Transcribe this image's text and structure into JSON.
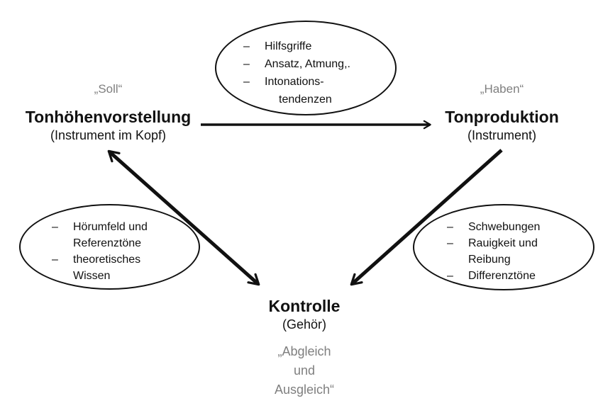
{
  "colors": {
    "text": "#111111",
    "muted_gray": "#7f7f7f",
    "background": "#ffffff"
  },
  "nodes": {
    "vorstellung": {
      "quote": "„Soll“",
      "title": "Tonhöhenvorstellung",
      "subtitle": "(Instrument im Kopf)"
    },
    "produktion": {
      "quote": "„Haben“",
      "title": "Tonproduktion",
      "subtitle": "(Instrument)"
    },
    "kontrolle": {
      "title": "Kontrolle",
      "subtitle": "(Gehör)",
      "quote_line1": "„Abgleich",
      "quote_line2": "und",
      "quote_line3": "Ausgleich“"
    }
  },
  "ellipses": {
    "top": {
      "rows": [
        {
          "bullet": "–",
          "text": "Hilfsgriffe"
        },
        {
          "bullet": "–",
          "text": "Ansatz, Atmung,."
        },
        {
          "bullet": "–",
          "text": "Intonations-"
        },
        {
          "bullet": "",
          "text": "tendenzen"
        }
      ]
    },
    "left": {
      "rows": [
        {
          "bullet": "–",
          "text": "Hörumfeld und"
        },
        {
          "bullet": "",
          "text": "Referenztöne"
        },
        {
          "bullet": "–",
          "text": "theoretisches"
        },
        {
          "bullet": "",
          "text": "Wissen"
        }
      ]
    },
    "right": {
      "rows": [
        {
          "bullet": "–",
          "text": "Schwebungen"
        },
        {
          "bullet": "–",
          "text": "Rauigkeit und"
        },
        {
          "bullet": "",
          "text": "Reibung"
        },
        {
          "bullet": "–",
          "text": "Differenztöne"
        }
      ]
    }
  }
}
